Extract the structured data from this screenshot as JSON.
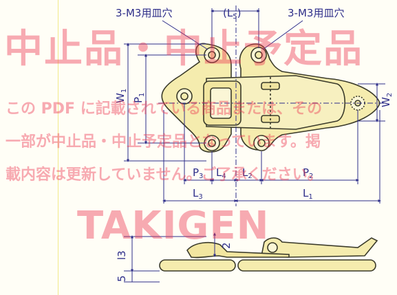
{
  "labels": {
    "hole_note_left": "3-M3用皿穴",
    "hole_note_right": "3-M3用皿穴",
    "L5_open": "(L",
    "L5_sub": "5",
    "L5_close": ")",
    "W1": "W",
    "W1_sub": "1",
    "P1": "P",
    "P1_sub": "1",
    "W2": "W",
    "W2_sub": "2",
    "P3": "P",
    "P3_sub": "3",
    "L4": "L",
    "L4_sub": "4",
    "L2": "L",
    "L2_sub": "2",
    "P2": "P",
    "P2_sub": "2",
    "L3": "L",
    "L3_sub": "3",
    "L1": "L",
    "L1_sub": "1",
    "l3": "l3",
    "dim2": "2",
    "dim5": "5"
  },
  "watermark": {
    "line1": "中止品・中止予定品",
    "line2": "この PDF に記載されている商品または、その",
    "line3": "一部が中止品・中止予定品となっています。掲",
    "line4": "載内容は更新していません。ご了承ください。",
    "brand": "TAKIGEN"
  },
  "colors": {
    "body_fill": "#f5ecae",
    "outline": "#3a3a2a",
    "dimension": "#2e2e8a",
    "watermark": "#eb3750"
  }
}
